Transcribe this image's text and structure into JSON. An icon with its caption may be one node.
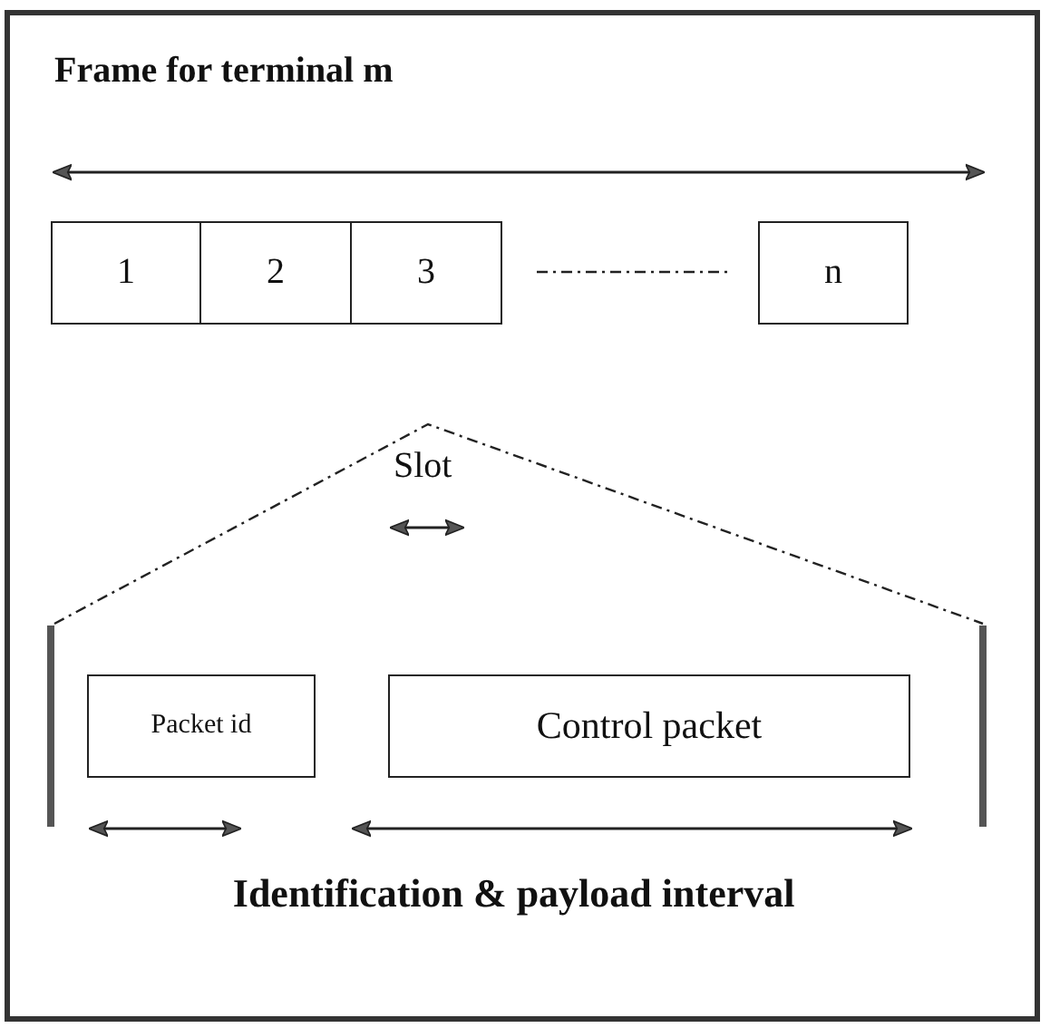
{
  "diagram": {
    "title": "Frame for terminal m",
    "nodes": [
      {
        "text": [
          "1"
        ]
      },
      {
        "text": [
          "2"
        ]
      },
      {
        "text": [
          "3"
        ]
      },
      {
        "text": [
          "n"
        ]
      },
      {
        "text": [
          "Packet id"
        ]
      },
      {
        "text": [
          "Control packet"
        ]
      }
    ],
    "labels": [
      "Slot",
      "Identification & payload interval"
    ]
  }
}
